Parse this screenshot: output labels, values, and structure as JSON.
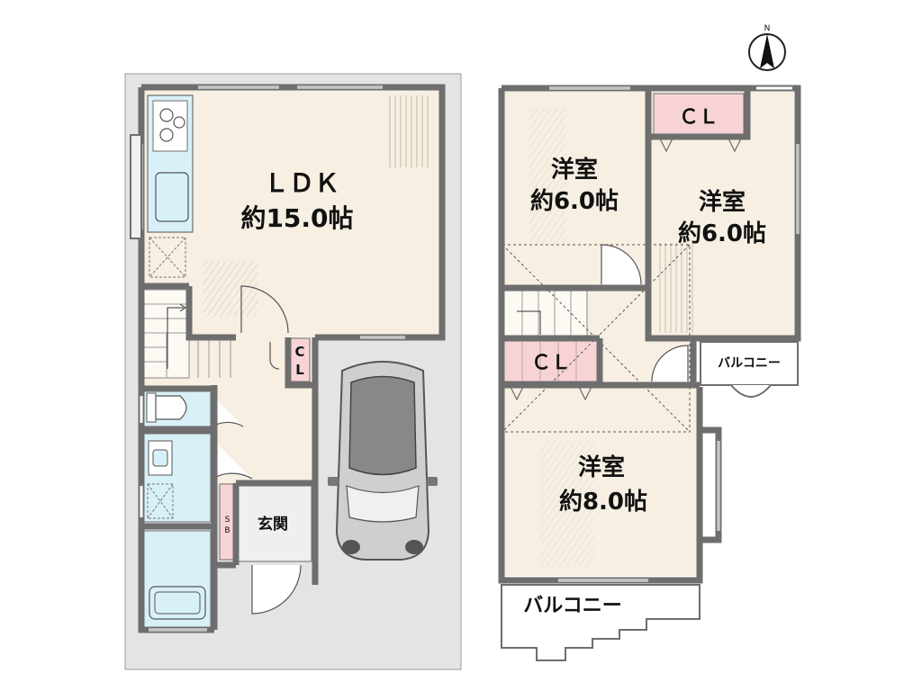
{
  "floor1": {
    "ldk_title": "ＬＤＫ",
    "ldk_size": "約15.0帖",
    "cl_top": "C",
    "cl_bottom": "L",
    "sb_top": "S",
    "sb_bottom": "B",
    "entrance": "玄関"
  },
  "floor2": {
    "room_a_name": "洋室",
    "room_a_size": "約6.0帖",
    "room_b_name": "洋室",
    "room_b_size": "約6.0帖",
    "room_c_name": "洋室",
    "room_c_size": "約8.0帖",
    "closet_top": "ＣＬ",
    "closet_mid": "ＣＬ",
    "balcony_small": "バルコニー",
    "balcony_large": "バルコニー"
  },
  "compass": {
    "label": "N"
  },
  "colors": {
    "wall": "#6e6e6e",
    "room_floor": "#f6efe2",
    "wet_area": "#d8f0f7",
    "closet": "#f8d3d6",
    "lot": "#e4e4e4",
    "wood_hatch": "#a99c88"
  }
}
